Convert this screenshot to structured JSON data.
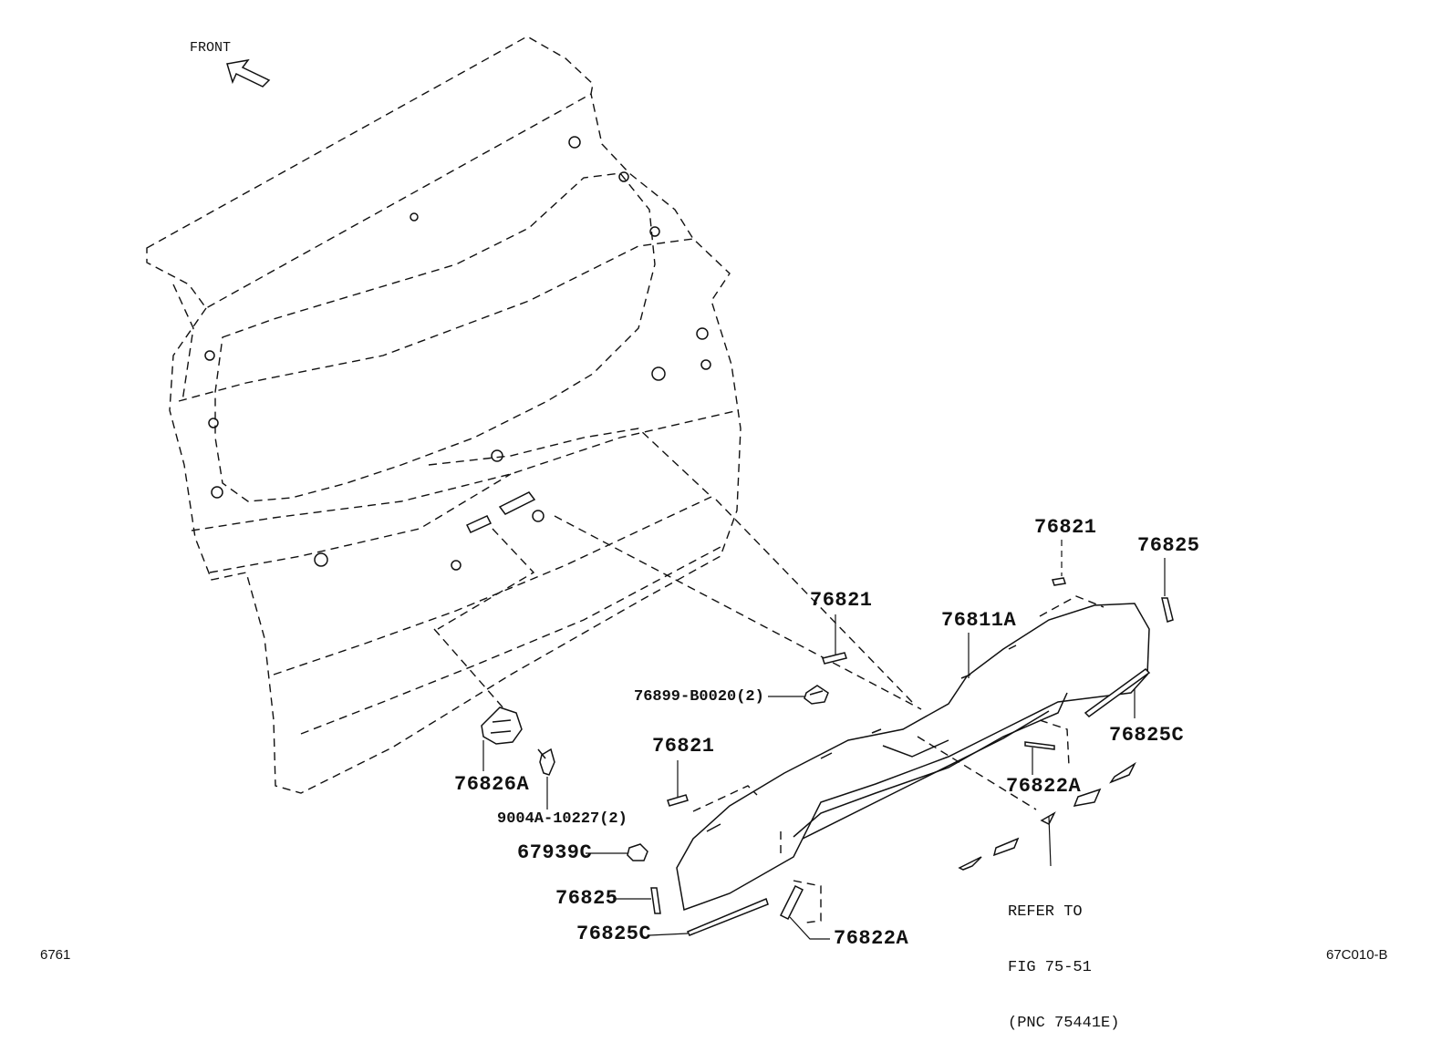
{
  "front_label": "FRONT",
  "labels": {
    "p76821_top": "76821",
    "p76825_top": "76825",
    "p76821_mid": "76821",
    "p76811A": "76811A",
    "p76899": "76899-B0020(2)",
    "p76825C_right": "76825C",
    "p76821_left": "76821",
    "p76822A_right": "76822A",
    "p76826A": "76826A",
    "p9004A": "9004A-10227(2)",
    "p67939C": "67939C",
    "p76825_bottom": "76825",
    "p76825C_bottom": "76825C",
    "p76822A_bottom": "76822A"
  },
  "refer": {
    "line1": "REFER TO",
    "line2": "FIG 75-51",
    "line3": "(PNC 75441E)"
  },
  "corner_left": "6761",
  "corner_right": "67C010-B"
}
